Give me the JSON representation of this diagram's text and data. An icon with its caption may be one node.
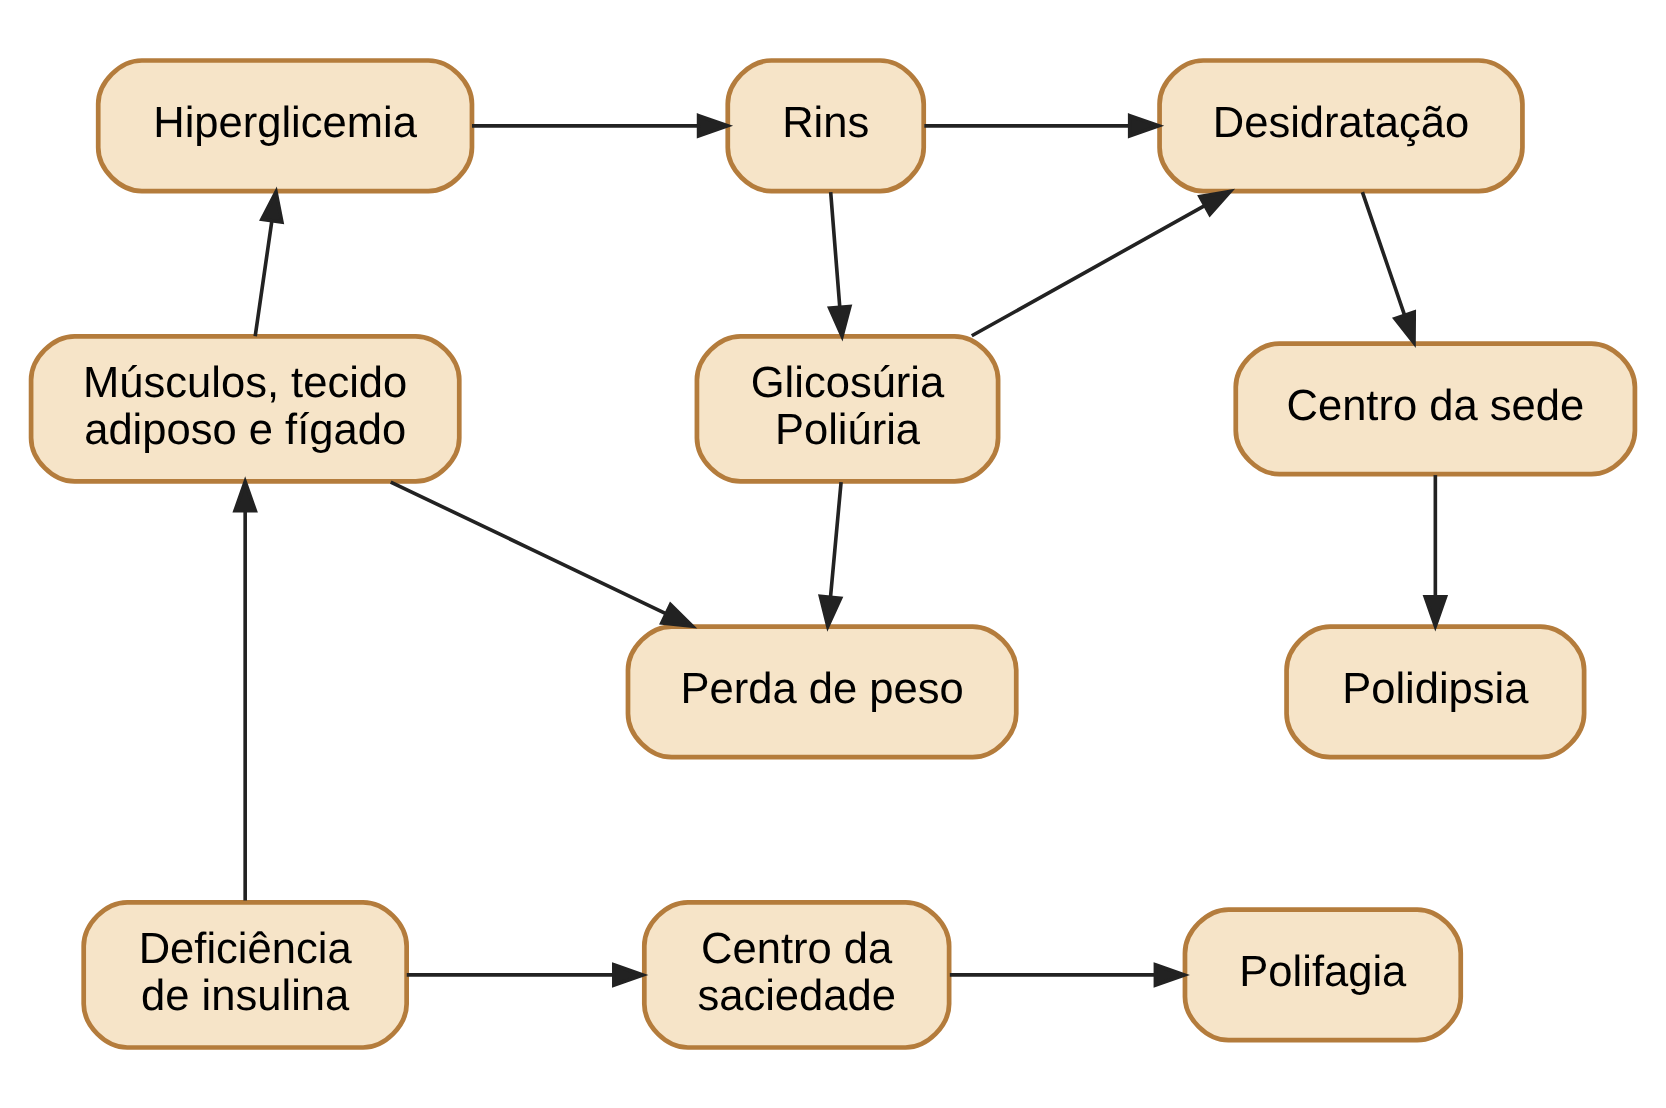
{
  "diagram": {
    "nodes": [
      {
        "text": [
          "Hiperglicemia"
        ]
      },
      {
        "text": [
          "Rins"
        ]
      },
      {
        "text": [
          "Desidratação"
        ]
      },
      {
        "text": [
          "Músculos, tecido adiposo e fígado"
        ]
      },
      {
        "text": [
          "Glicosúria Poliúria"
        ]
      },
      {
        "text": [
          "Centro da sede"
        ]
      },
      {
        "text": [
          "Perda de peso"
        ]
      },
      {
        "text": [
          "Polidipsia"
        ]
      },
      {
        "text": [
          "Deficiência de insulina"
        ]
      },
      {
        "text": [
          "Centro da saciedade"
        ]
      },
      {
        "text": [
          "Polifagia"
        ]
      }
    ],
    "edges": [
      {
        "from": 0,
        "to": 1,
        "arrow": "to"
      },
      {
        "from": 1,
        "to": 2,
        "arrow": "to"
      },
      {
        "from": 1,
        "to": 4,
        "arrow": "to"
      },
      {
        "from": 4,
        "to": 2,
        "arrow": "to"
      },
      {
        "from": 2,
        "to": 5,
        "arrow": "to"
      },
      {
        "from": 5,
        "to": 7,
        "arrow": "to"
      },
      {
        "from": 4,
        "to": 6,
        "arrow": "to"
      },
      {
        "from": 3,
        "to": 6,
        "arrow": "to"
      },
      {
        "from": 3,
        "to": 0,
        "arrow": "to"
      },
      {
        "from": 8,
        "to": 3,
        "arrow": "to"
      },
      {
        "from": 8,
        "to": 9,
        "arrow": "to"
      },
      {
        "from": 9,
        "to": 10,
        "arrow": "to"
      }
    ]
  }
}
